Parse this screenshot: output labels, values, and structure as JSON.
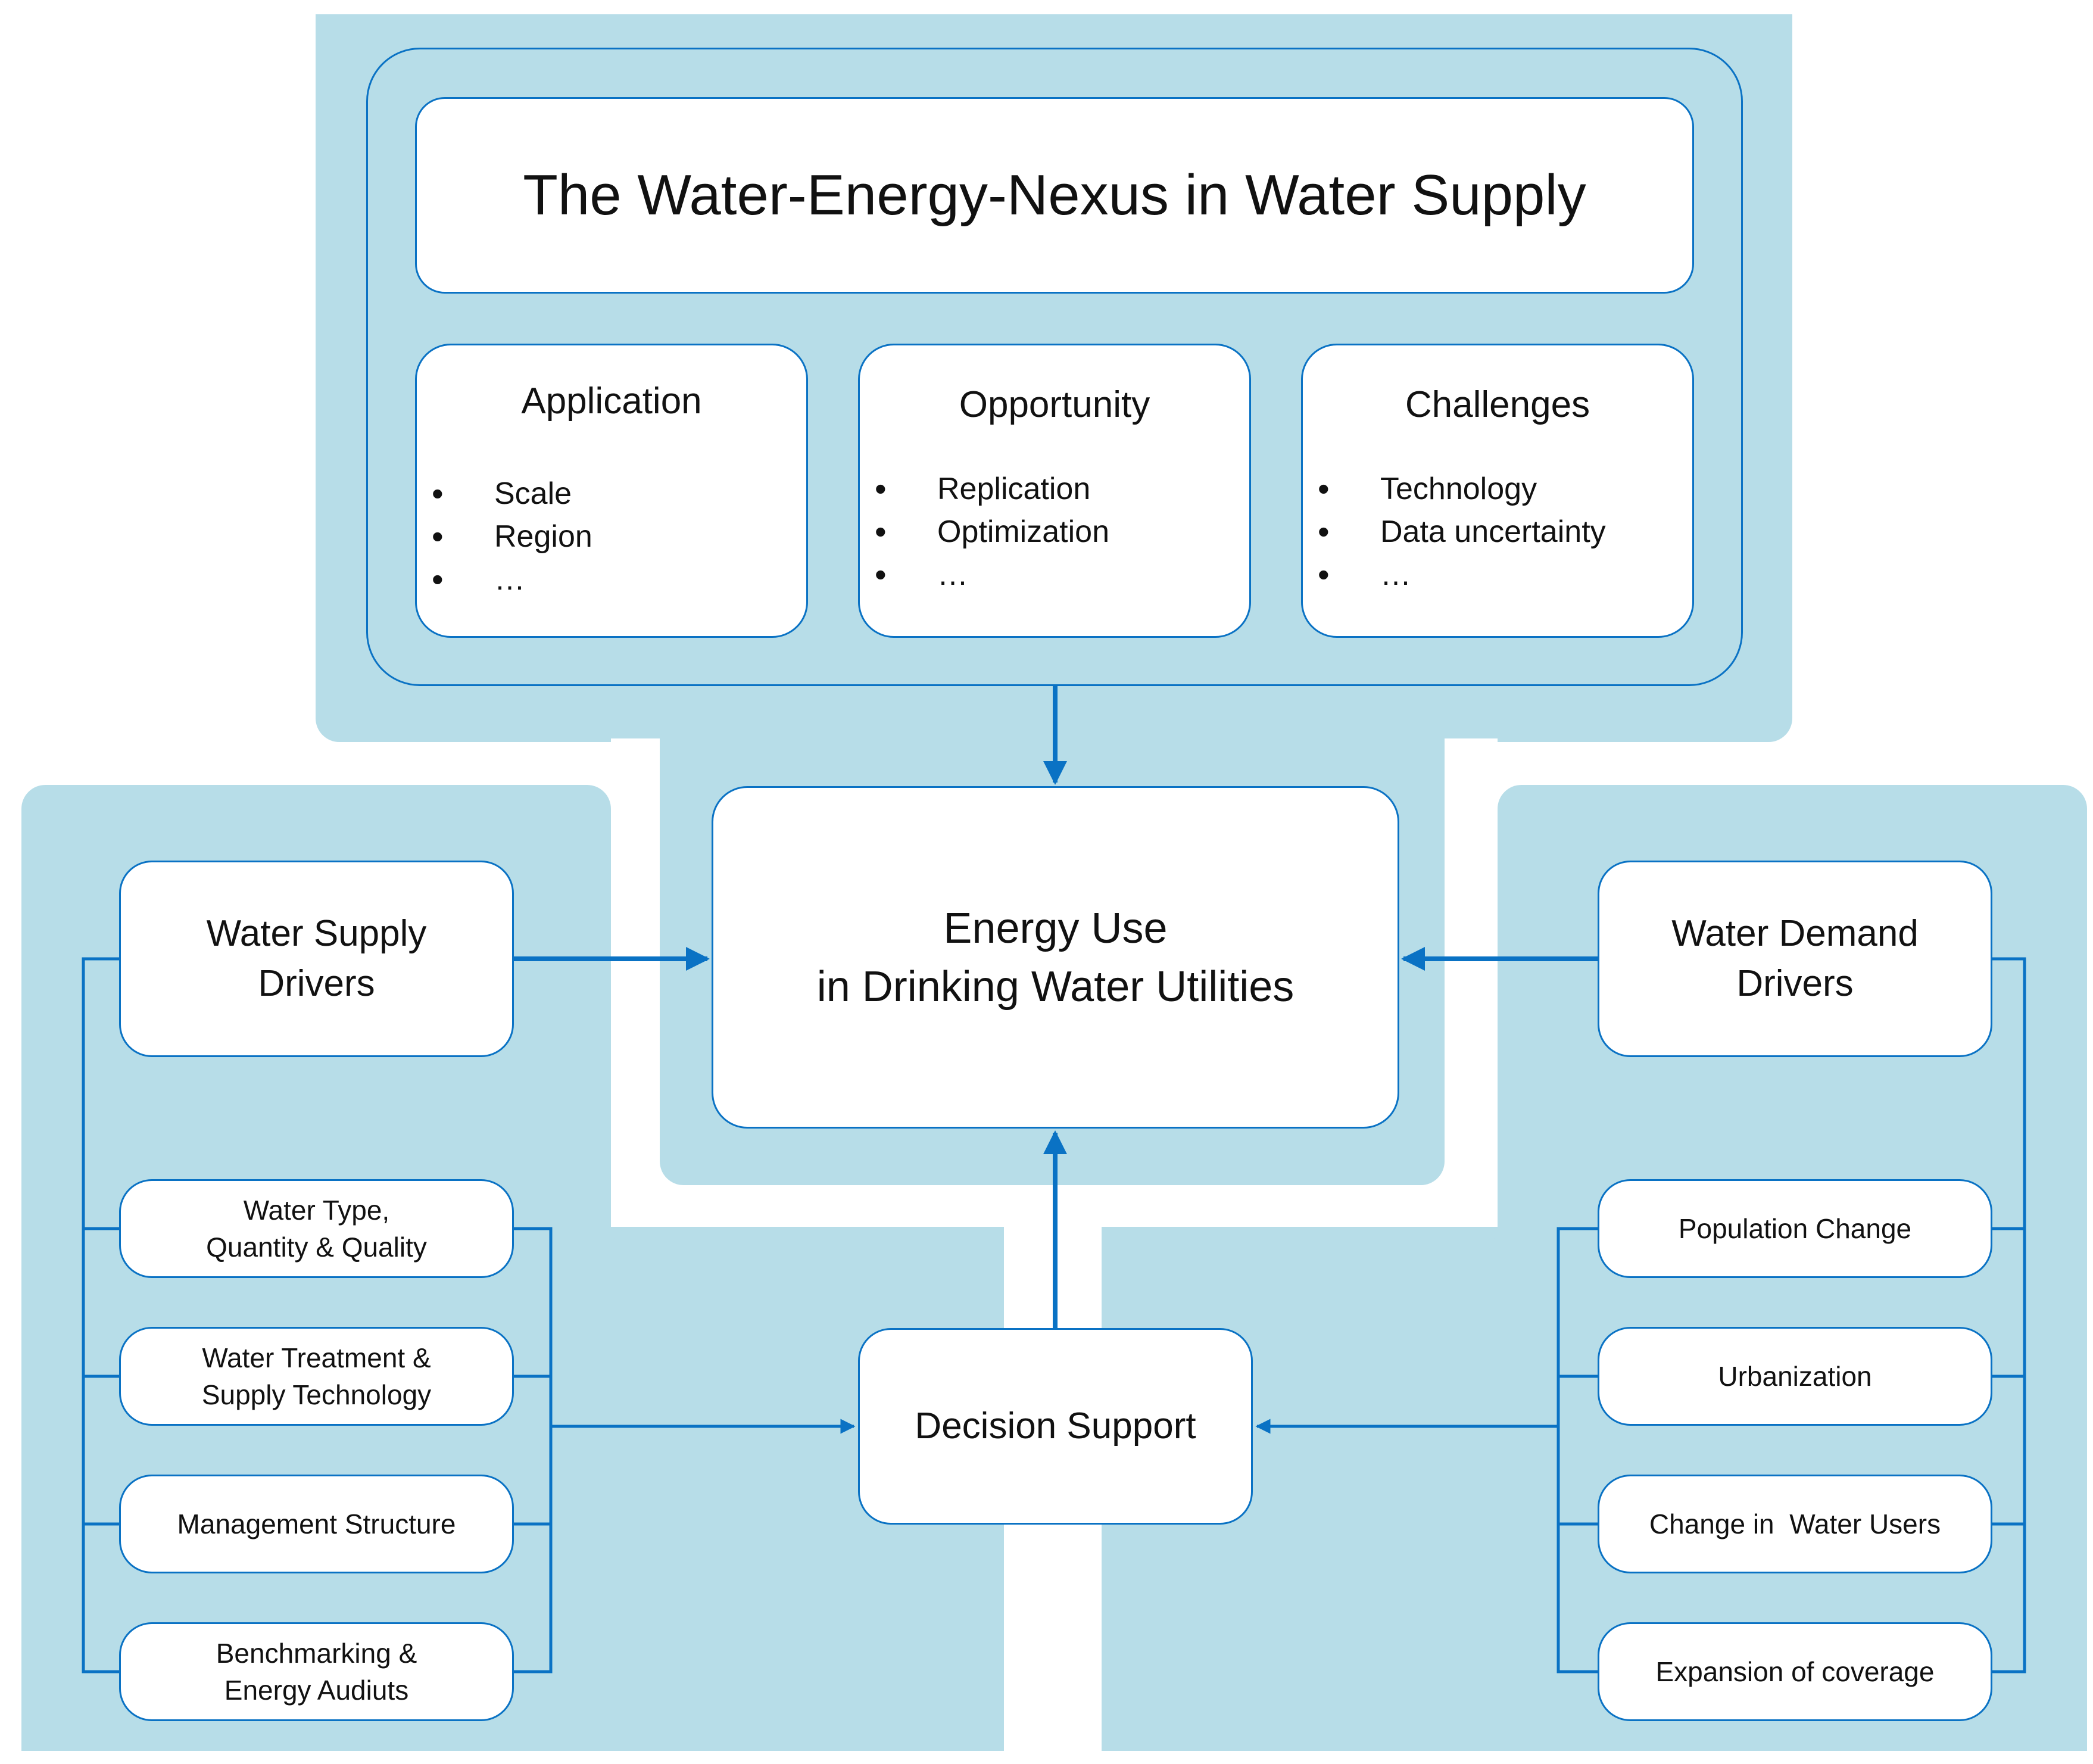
{
  "title": "The Water-Energy-Nexus in Water Supply",
  "cards": [
    {
      "title": "Application",
      "bullets": [
        "Scale",
        "Region",
        "…"
      ]
    },
    {
      "title": "Opportunity",
      "bullets": [
        "Replication",
        "Optimization",
        "…"
      ]
    },
    {
      "title": "Challenges",
      "bullets": [
        "Technology",
        "Data uncertainty",
        "…"
      ]
    }
  ],
  "center": {
    "line1": "Energy Use",
    "line2": "in Drinking Water Utilities"
  },
  "supply": {
    "line1": "Water Supply",
    "line2": "Drivers",
    "items": [
      {
        "line1": "Water Type,",
        "line2": "Quantity & Quality"
      },
      {
        "line1": "Water Treatment &",
        "line2": "Supply Technology"
      },
      {
        "line1": "Management Structure",
        "line2": ""
      },
      {
        "line1": "Benchmarking &",
        "line2": "Energy Audiuts"
      }
    ]
  },
  "demand": {
    "line1": "Water Demand",
    "line2": "Drivers",
    "items": [
      "Population Change",
      "Urbanization",
      "Change in  Water Users",
      "Expansion of coverage"
    ]
  },
  "decision": "Decision Support",
  "colors": {
    "panel": "#b7dde8",
    "stroke": "#0a72c4",
    "box": "#ffffff"
  }
}
